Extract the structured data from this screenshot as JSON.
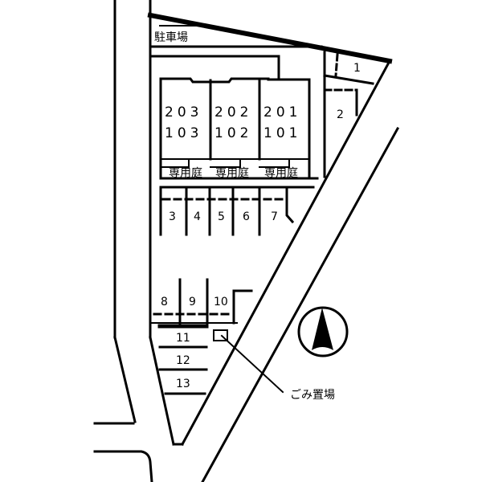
{
  "title": "駐車場",
  "colors": {
    "line": "#000000",
    "background": "#ffffff"
  },
  "units": {
    "upper": [
      "203",
      "202",
      "201"
    ],
    "lower": [
      "103",
      "102",
      "101"
    ],
    "garden_label": "専用庭"
  },
  "parking": {
    "spaces": [
      {
        "id": "1",
        "label": "1"
      },
      {
        "id": "2",
        "label": "2"
      },
      {
        "id": "3",
        "label": "3"
      },
      {
        "id": "4",
        "label": "4"
      },
      {
        "id": "5",
        "label": "5"
      },
      {
        "id": "6",
        "label": "6"
      },
      {
        "id": "7",
        "label": "7"
      },
      {
        "id": "8",
        "label": "8"
      },
      {
        "id": "9",
        "label": "9"
      },
      {
        "id": "10",
        "label": "10"
      },
      {
        "id": "11",
        "label": "11"
      },
      {
        "id": "12",
        "label": "12"
      },
      {
        "id": "13",
        "label": "13"
      }
    ]
  },
  "garbage": {
    "label": "ごみ置場"
  },
  "compass": {
    "icon": "north-arrow-icon",
    "direction": "N"
  }
}
